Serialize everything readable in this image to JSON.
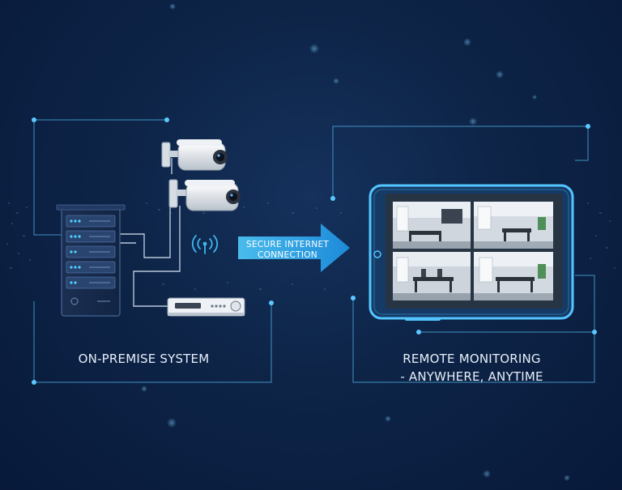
{
  "labels": {
    "left": "ON-PREMISE SYSTEM",
    "right_line1": "REMOTE MONITORING",
    "right_line2": "- ANYWHERE, ANYTIME"
  },
  "arrow": {
    "line1": "SECURE INTERNET",
    "line2": "CONNECTION"
  },
  "colors": {
    "background": "#0d2447",
    "accent": "#3fb7f0",
    "circuit_line": "#4aa6d6",
    "text": "#e6eef9"
  },
  "icons": [
    "server-rack-icon",
    "security-camera-icon",
    "wifi-signal-icon",
    "nvr-recorder-icon",
    "tablet-icon"
  ]
}
